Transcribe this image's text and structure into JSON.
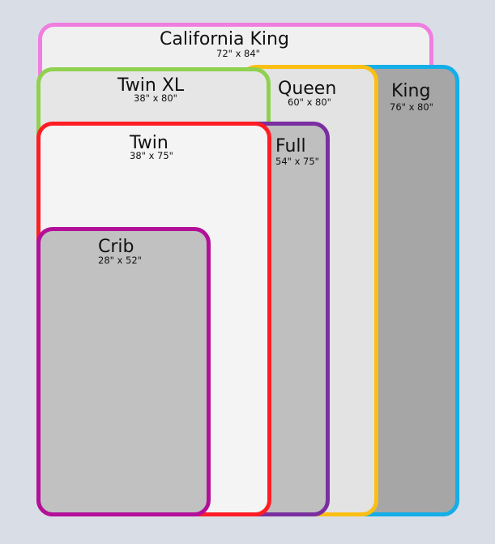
{
  "beds": {
    "california_king": {
      "name": "California King",
      "dims": "72\" x 84\"",
      "color": "#f07de0",
      "fill": "#f0f0f0"
    },
    "king": {
      "name": "King",
      "dims": "76\" x 80\"",
      "color": "#14aee8",
      "fill": "#a6a6a6"
    },
    "queen": {
      "name": "Queen",
      "dims": "60\" x 80\"",
      "color": "#fbbf14",
      "fill": "#e3e3e3"
    },
    "twin_xl": {
      "name": "Twin XL",
      "dims": "38\" x 80\"",
      "color": "#8fd14f",
      "fill": "#e6e6e6"
    },
    "full": {
      "name": "Full",
      "dims": "54\" x 75\"",
      "color": "#7a2fa0",
      "fill": "#bfbfbf"
    },
    "twin": {
      "name": "Twin",
      "dims": "38\" x 75\"",
      "color": "#ff1d25",
      "fill": "#f4f4f4"
    },
    "crib": {
      "name": "Crib",
      "dims": "28\" x 52\"",
      "color": "#b3109a",
      "fill": "#c1c1c1"
    }
  }
}
